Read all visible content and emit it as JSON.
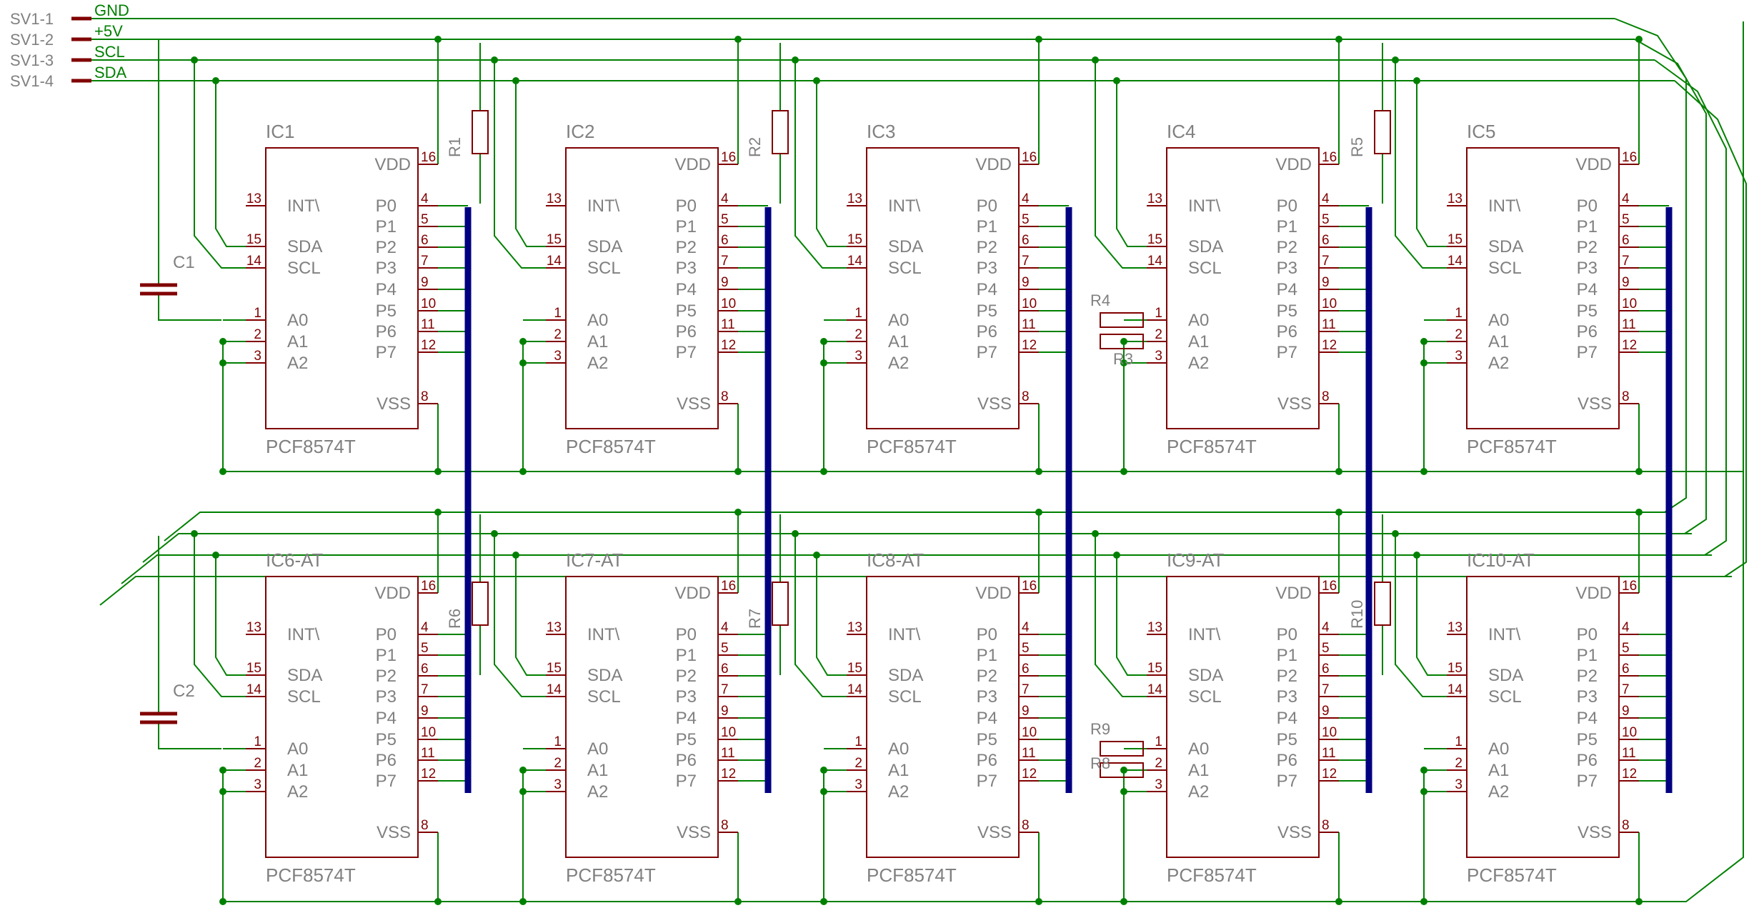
{
  "connector": {
    "pins": [
      "SV1-1",
      "SV1-2",
      "SV1-3",
      "SV1-4"
    ],
    "nets": [
      "GND",
      "+5V",
      "SCL",
      "SDA"
    ]
  },
  "ic_pin_labels": {
    "left": [
      {
        "pin": "13",
        "name": "INT\\"
      },
      {
        "pin": "15",
        "name": "SDA"
      },
      {
        "pin": "14",
        "name": "SCL"
      },
      {
        "pin": "1",
        "name": "A0"
      },
      {
        "pin": "2",
        "name": "A1"
      },
      {
        "pin": "3",
        "name": "A2"
      }
    ],
    "right": [
      {
        "pin": "4",
        "name": "P0"
      },
      {
        "pin": "5",
        "name": "P1"
      },
      {
        "pin": "6",
        "name": "P2"
      },
      {
        "pin": "7",
        "name": "P3"
      },
      {
        "pin": "9",
        "name": "P4"
      },
      {
        "pin": "10",
        "name": "P5"
      },
      {
        "pin": "11",
        "name": "P6"
      },
      {
        "pin": "12",
        "name": "P7"
      }
    ],
    "vdd": {
      "pin": "16",
      "name": "VDD"
    },
    "vss": {
      "pin": "8",
      "name": "VSS"
    }
  },
  "ics": [
    {
      "name": "IC1",
      "value": "PCF8574T"
    },
    {
      "name": "IC2",
      "value": "PCF8574T"
    },
    {
      "name": "IC3",
      "value": "PCF8574T"
    },
    {
      "name": "IC4",
      "value": "PCF8574T"
    },
    {
      "name": "IC5",
      "value": "PCF8574T"
    },
    {
      "name": "IC6-AT",
      "value": "PCF8574T"
    },
    {
      "name": "IC7-AT",
      "value": "PCF8574T"
    },
    {
      "name": "IC8-AT",
      "value": "PCF8574T"
    },
    {
      "name": "IC9-AT",
      "value": "PCF8574T"
    },
    {
      "name": "IC10-AT",
      "value": "PCF8574T"
    }
  ],
  "capacitors": [
    "C1",
    "C2"
  ],
  "resistors": [
    "R1",
    "R2",
    "R3",
    "R4",
    "R5",
    "R6",
    "R7",
    "R8",
    "R9",
    "R10"
  ],
  "colors": {
    "wire": "#008000",
    "part": "#800000",
    "pin_text": "#800000",
    "label_text": "#808080",
    "bus": "#000080",
    "background": "#ffffff"
  }
}
